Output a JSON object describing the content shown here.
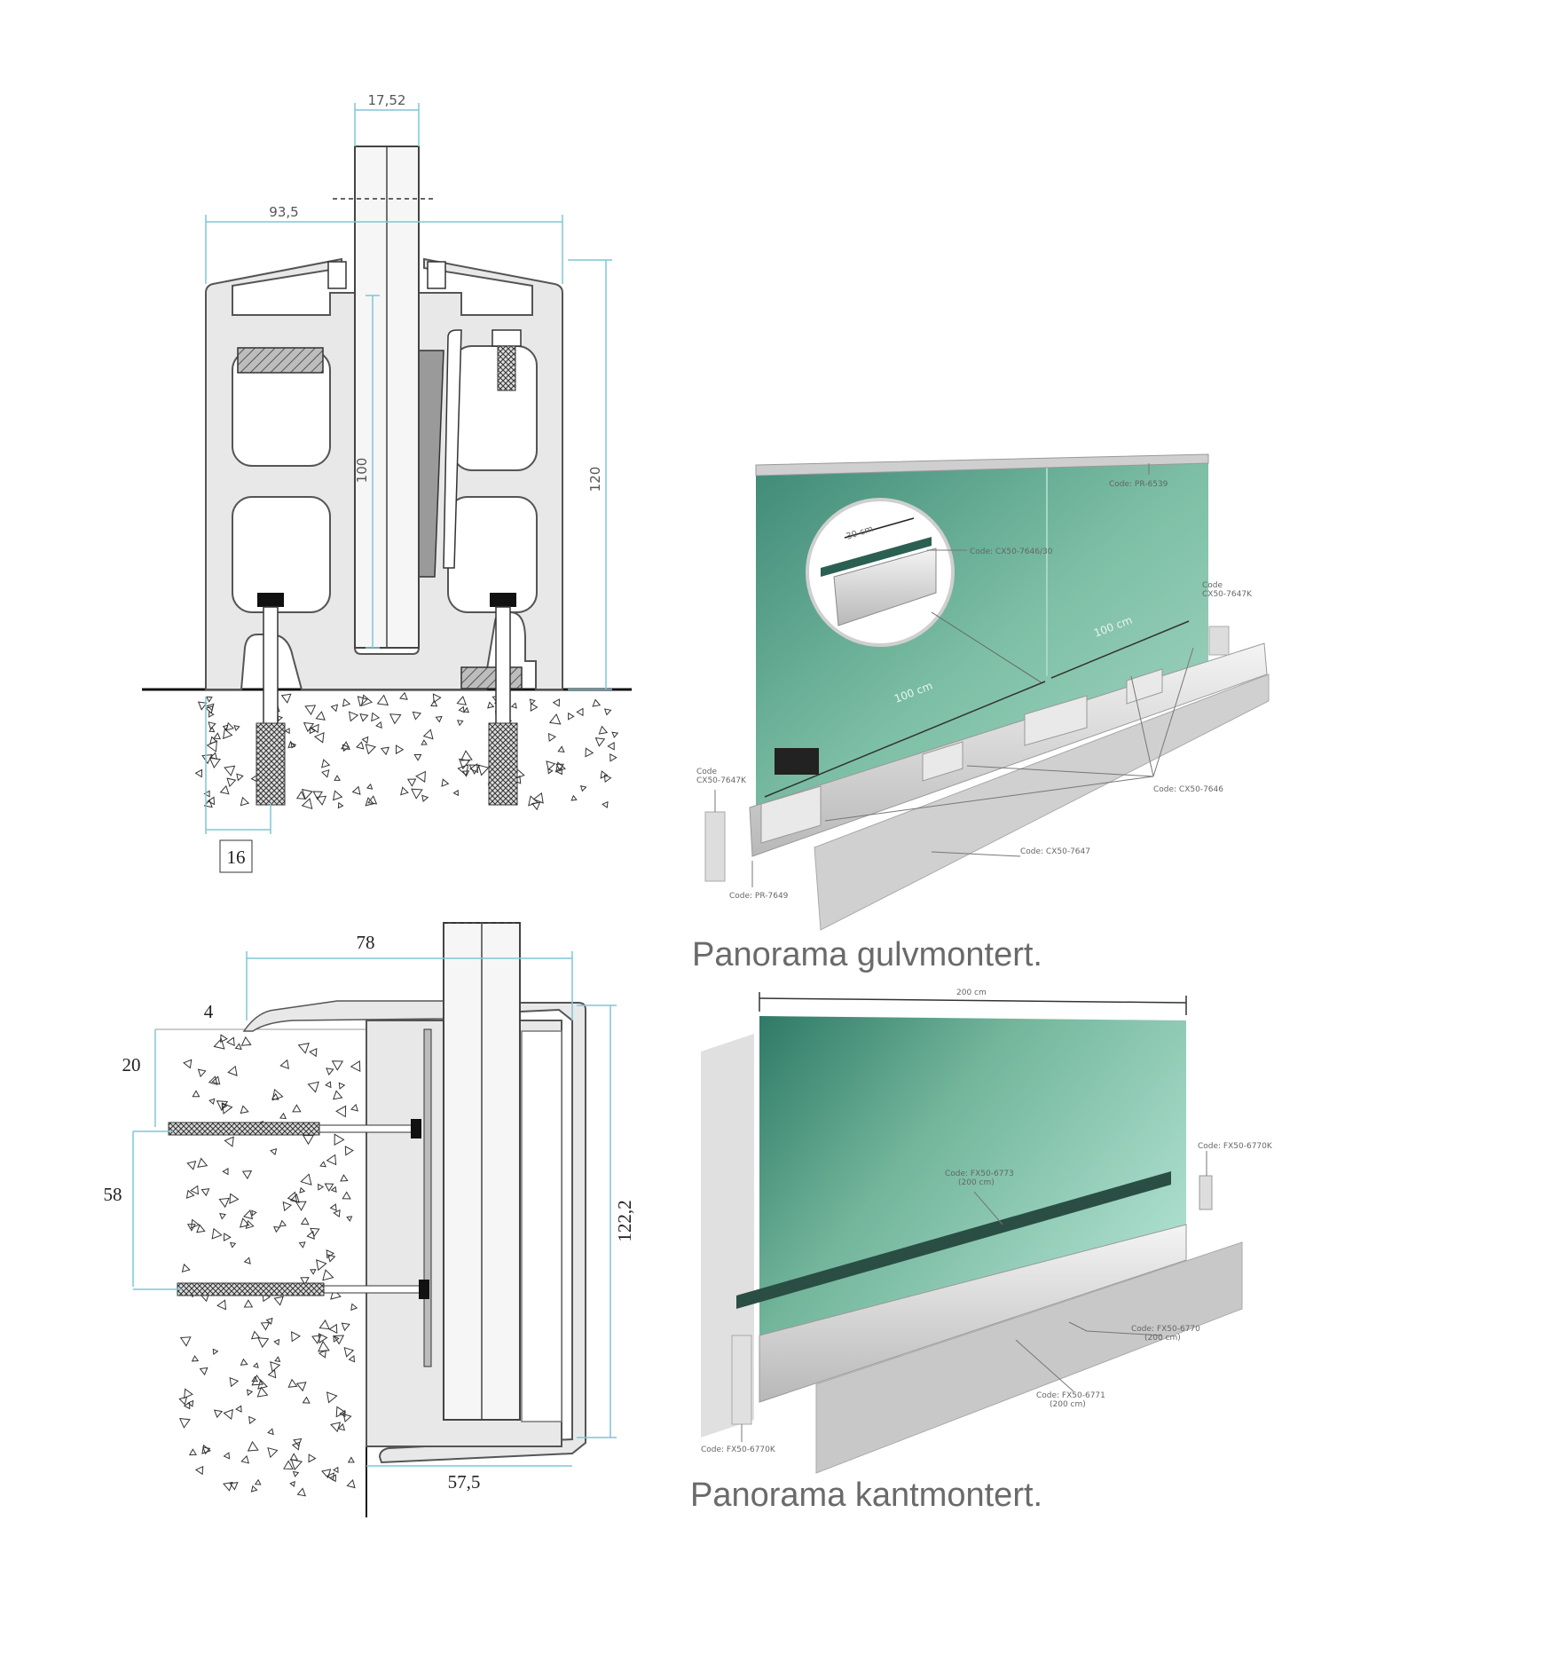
{
  "colors": {
    "dimension_line": "#7fc6d6",
    "glass": "#8ecab3",
    "glass_dark": "#3f8a76",
    "profile_fill": "#e6e6e6",
    "profile_stroke": "#555555",
    "caption": "#6a6a6a"
  },
  "top_section": {
    "dims": {
      "glass_thickness": "17,52",
      "width": "93,5",
      "inner_height": "100",
      "height": "120",
      "anchor_offset": "16"
    }
  },
  "side_section": {
    "dims": {
      "top_width": "78",
      "lip": "4",
      "top_gap": "20",
      "anchor_spacing": "58",
      "height": "122,2",
      "bottom_width": "57,5"
    }
  },
  "floor_photo": {
    "codes": {
      "top_rail": "Code: PR-6539",
      "zoom_clamp": "Code: CX50-7646/30",
      "end_cap_right": "Code\nCX50-7647K",
      "end_cap_left": "Code\nCX50-7647K",
      "clamps": "Code: CX50-7646",
      "cover": "Code: CX50-7647",
      "end_profile": "Code: PR-7649"
    },
    "dims": {
      "span_a": "100 cm",
      "span_b": "100 cm",
      "zoom": "30 cm"
    },
    "caption": "Panorama gulvmontert."
  },
  "edge_photo": {
    "codes": {
      "end_cap_right": "Code: FX50-6770K",
      "inner_profile": "Code: FX50-6773\n(200 cm)",
      "base_profile": "Code: FX50-6770\n(200 cm)",
      "cover": "Code: FX50-6771\n(200 cm)",
      "end_cap_left": "Code: FX50-6770K"
    },
    "dims": {
      "length": "200 cm"
    },
    "caption": "Panorama kantmontert."
  }
}
